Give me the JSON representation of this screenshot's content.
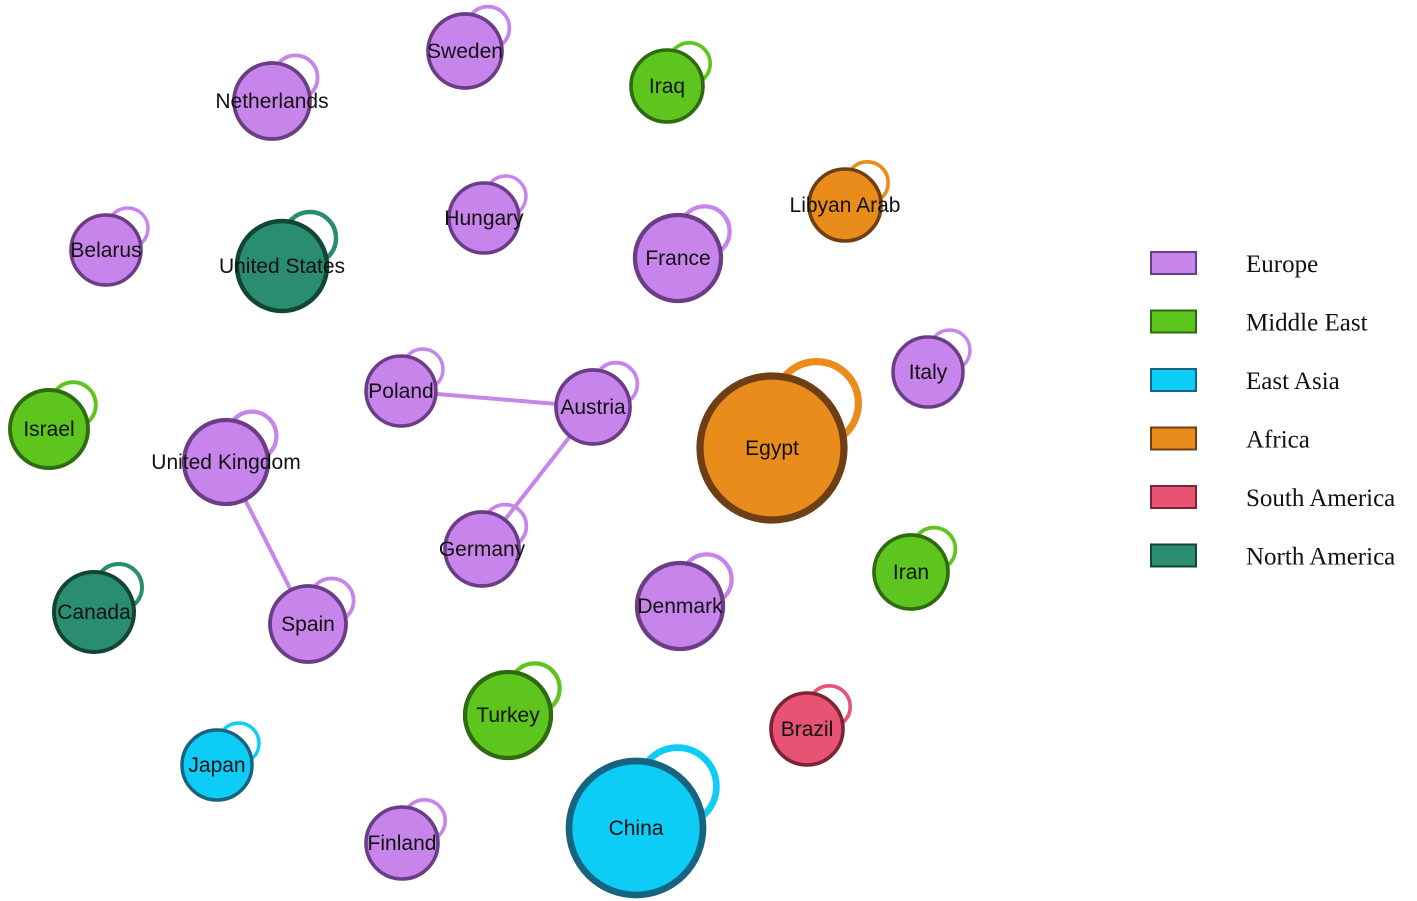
{
  "regions": {
    "europe": {
      "label": "Europe",
      "fill": "#c785ec",
      "stroke": "#6a3d86"
    },
    "middle_east": {
      "label": "Middle East",
      "fill": "#5ec51f",
      "stroke": "#2e6a10"
    },
    "east_asia": {
      "label": "East Asia",
      "fill": "#0dcdf6",
      "stroke": "#16647f"
    },
    "africa": {
      "label": "Africa",
      "fill": "#ea8c1c",
      "stroke": "#6e3f14"
    },
    "south_america": {
      "label": "South America",
      "fill": "#e85373",
      "stroke": "#7b2434"
    },
    "north_america": {
      "label": "North America",
      "fill": "#2a8c70",
      "stroke": "#124534"
    }
  },
  "legend": [
    "europe",
    "middle_east",
    "east_asia",
    "africa",
    "south_america",
    "north_america"
  ],
  "nodes": [
    {
      "id": "sweden",
      "label": "Sweden",
      "region": "europe"
    },
    {
      "id": "netherlands",
      "label": "Netherlands",
      "region": "europe"
    },
    {
      "id": "iraq",
      "label": "Iraq",
      "region": "middle_east"
    },
    {
      "id": "libyan-arab",
      "label": "Libyan Arab",
      "region": "africa"
    },
    {
      "id": "belarus",
      "label": "Belarus",
      "region": "europe"
    },
    {
      "id": "united-states",
      "label": "United States",
      "region": "north_america"
    },
    {
      "id": "hungary",
      "label": "Hungary",
      "region": "europe"
    },
    {
      "id": "france",
      "label": "France",
      "region": "europe"
    },
    {
      "id": "italy",
      "label": "Italy",
      "region": "europe"
    },
    {
      "id": "israel",
      "label": "Israel",
      "region": "middle_east"
    },
    {
      "id": "poland",
      "label": "Poland",
      "region": "europe"
    },
    {
      "id": "austria",
      "label": "Austria",
      "region": "europe"
    },
    {
      "id": "egypt",
      "label": "Egypt",
      "region": "africa"
    },
    {
      "id": "united-kingdom",
      "label": "United Kingdom",
      "region": "europe"
    },
    {
      "id": "germany",
      "label": "Germany",
      "region": "europe"
    },
    {
      "id": "iran",
      "label": "Iran",
      "region": "middle_east"
    },
    {
      "id": "canada",
      "label": "Canada",
      "region": "north_america"
    },
    {
      "id": "spain",
      "label": "Spain",
      "region": "europe"
    },
    {
      "id": "denmark",
      "label": "Denmark",
      "region": "europe"
    },
    {
      "id": "turkey",
      "label": "Turkey",
      "region": "middle_east"
    },
    {
      "id": "brazil",
      "label": "Brazil",
      "region": "south_america"
    },
    {
      "id": "japan",
      "label": "Japan",
      "region": "east_asia"
    },
    {
      "id": "finland",
      "label": "Finland",
      "region": "europe"
    },
    {
      "id": "china",
      "label": "China",
      "region": "east_asia"
    }
  ],
  "edges": [
    {
      "from": "poland",
      "to": "austria"
    },
    {
      "from": "austria",
      "to": "germany"
    },
    {
      "from": "united-kingdom",
      "to": "spain"
    }
  ]
}
